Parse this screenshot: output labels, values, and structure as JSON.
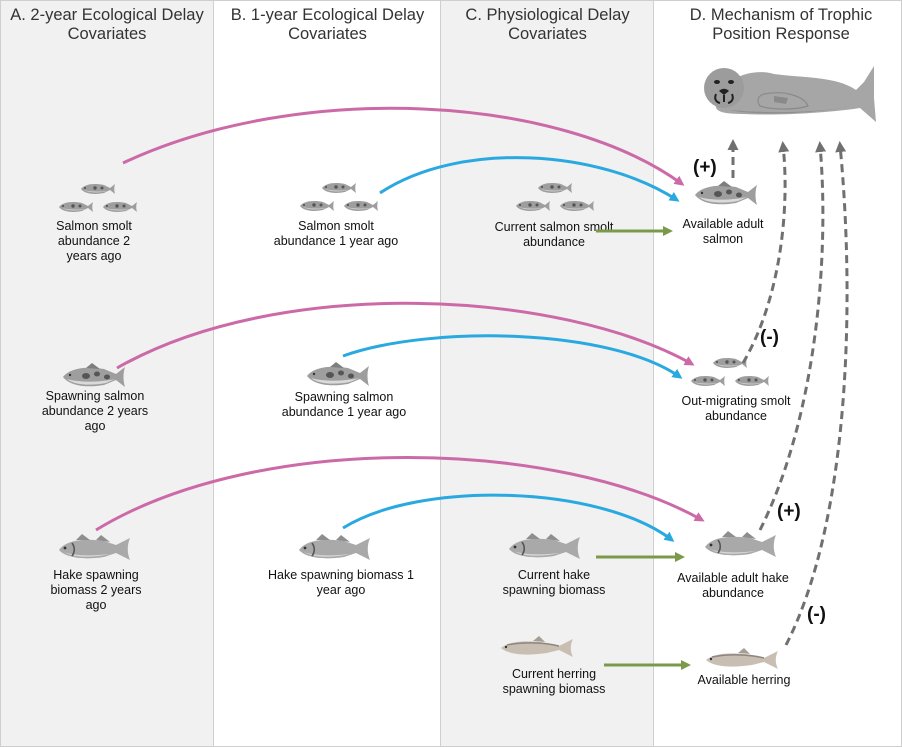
{
  "headers": {
    "a": "A. 2-year Ecological Delay Covariates",
    "b": "B. 1-year Ecological Delay Covariates",
    "c": "C. Physiological Delay Covariates",
    "d": "D. Mechanism of Trophic Position Response"
  },
  "column_a": {
    "smolt": "Salmon smolt abundance 2 years ago",
    "spawning_salmon": "Spawning salmon abundance 2 years ago",
    "hake": "Hake spawning biomass 2 years ago"
  },
  "column_b": {
    "smolt": "Salmon smolt abundance 1 year ago",
    "spawning_salmon": "Spawning salmon abundance 1 year ago",
    "hake": "Hake spawning biomass 1 year ago"
  },
  "column_c": {
    "smolt": "Current salmon smolt abundance",
    "hake": "Current hake spawning biomass",
    "herring": "Current herring spawning biomass"
  },
  "column_d": {
    "adult_salmon": "Available adult salmon",
    "smolt": "Out-migrating smolt abundance",
    "hake": "Available adult hake abundance",
    "herring": "Available herring"
  },
  "signs": {
    "adult_salmon": "(+)",
    "smolt": "(-)",
    "hake": "(+)",
    "herring": "(-)"
  },
  "colors": {
    "two_year_arrow": "#cc6aa8",
    "one_year_arrow": "#2aa9e0",
    "physiological_arrow": "#7a9a4a",
    "response_arrow": "#707070",
    "panel_shade": "#f1f1f1",
    "salmon": "#9e9e9e",
    "hake": "#a9a9a9",
    "herring": "#c8beb2",
    "seal": "#a6a6a6"
  },
  "icons": {
    "predator": "seal-icon",
    "salmon": "salmon-icon",
    "smolt": "smolt-icon",
    "hake": "hake-icon",
    "herring": "herring-icon"
  }
}
